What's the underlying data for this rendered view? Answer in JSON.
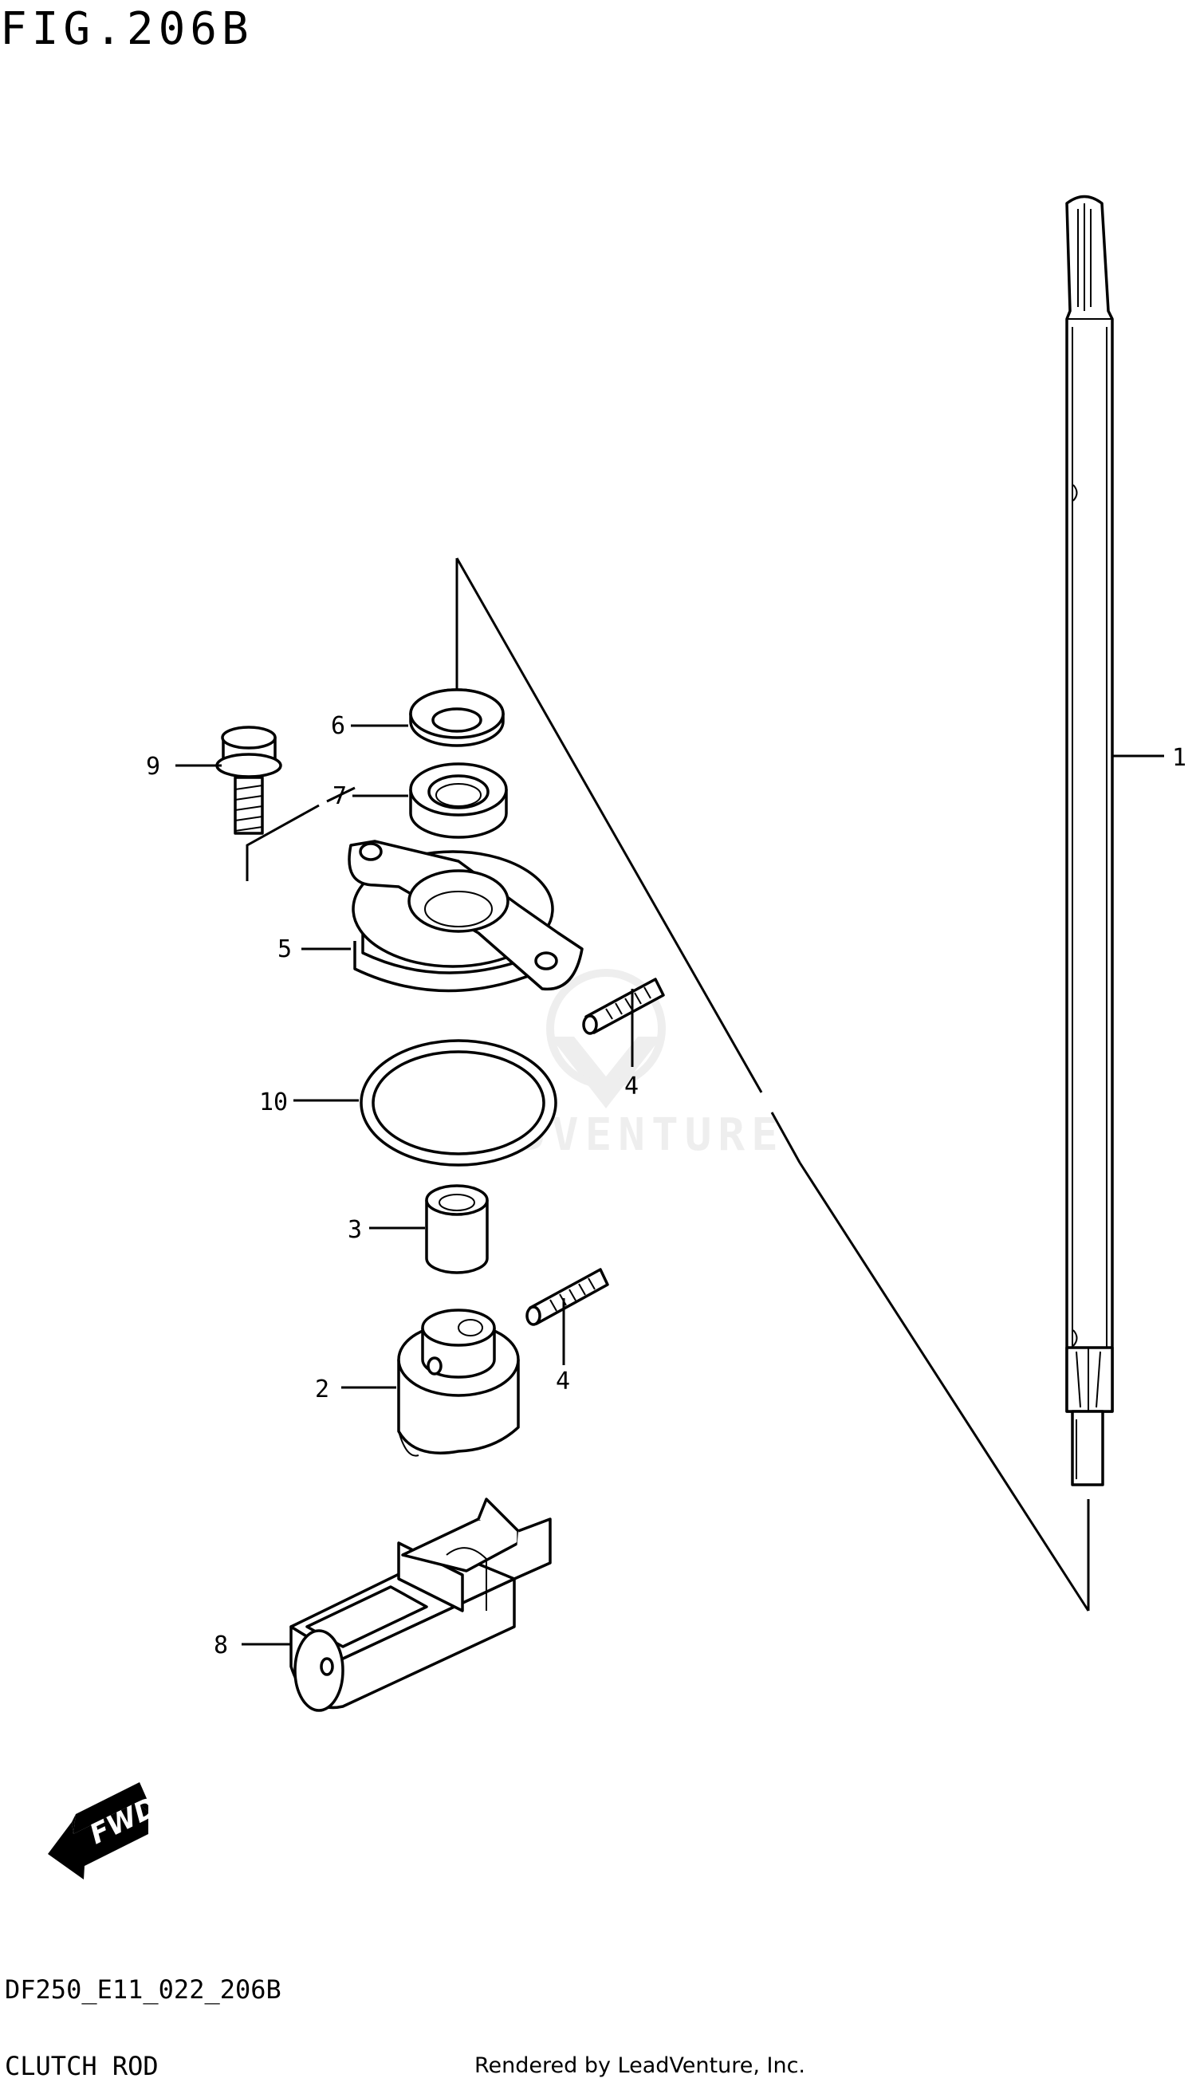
{
  "header": {
    "figure_title": "FIG.206B"
  },
  "footer": {
    "diagram_code": "DF250_E11_022_206B",
    "section_name": "CLUTCH ROD",
    "render_credit": "Rendered by LeadVenture, Inc."
  },
  "watermark": {
    "text": "LEADVENTURE"
  },
  "fwd_arrow": {
    "label": "FWD"
  },
  "callouts": {
    "c1": "1",
    "c2": "2",
    "c3": "3",
    "c4a": "4",
    "c4b": "4",
    "c5": "5",
    "c6": "6",
    "c7": "7",
    "c8": "8",
    "c9": "9",
    "c10": "10"
  }
}
